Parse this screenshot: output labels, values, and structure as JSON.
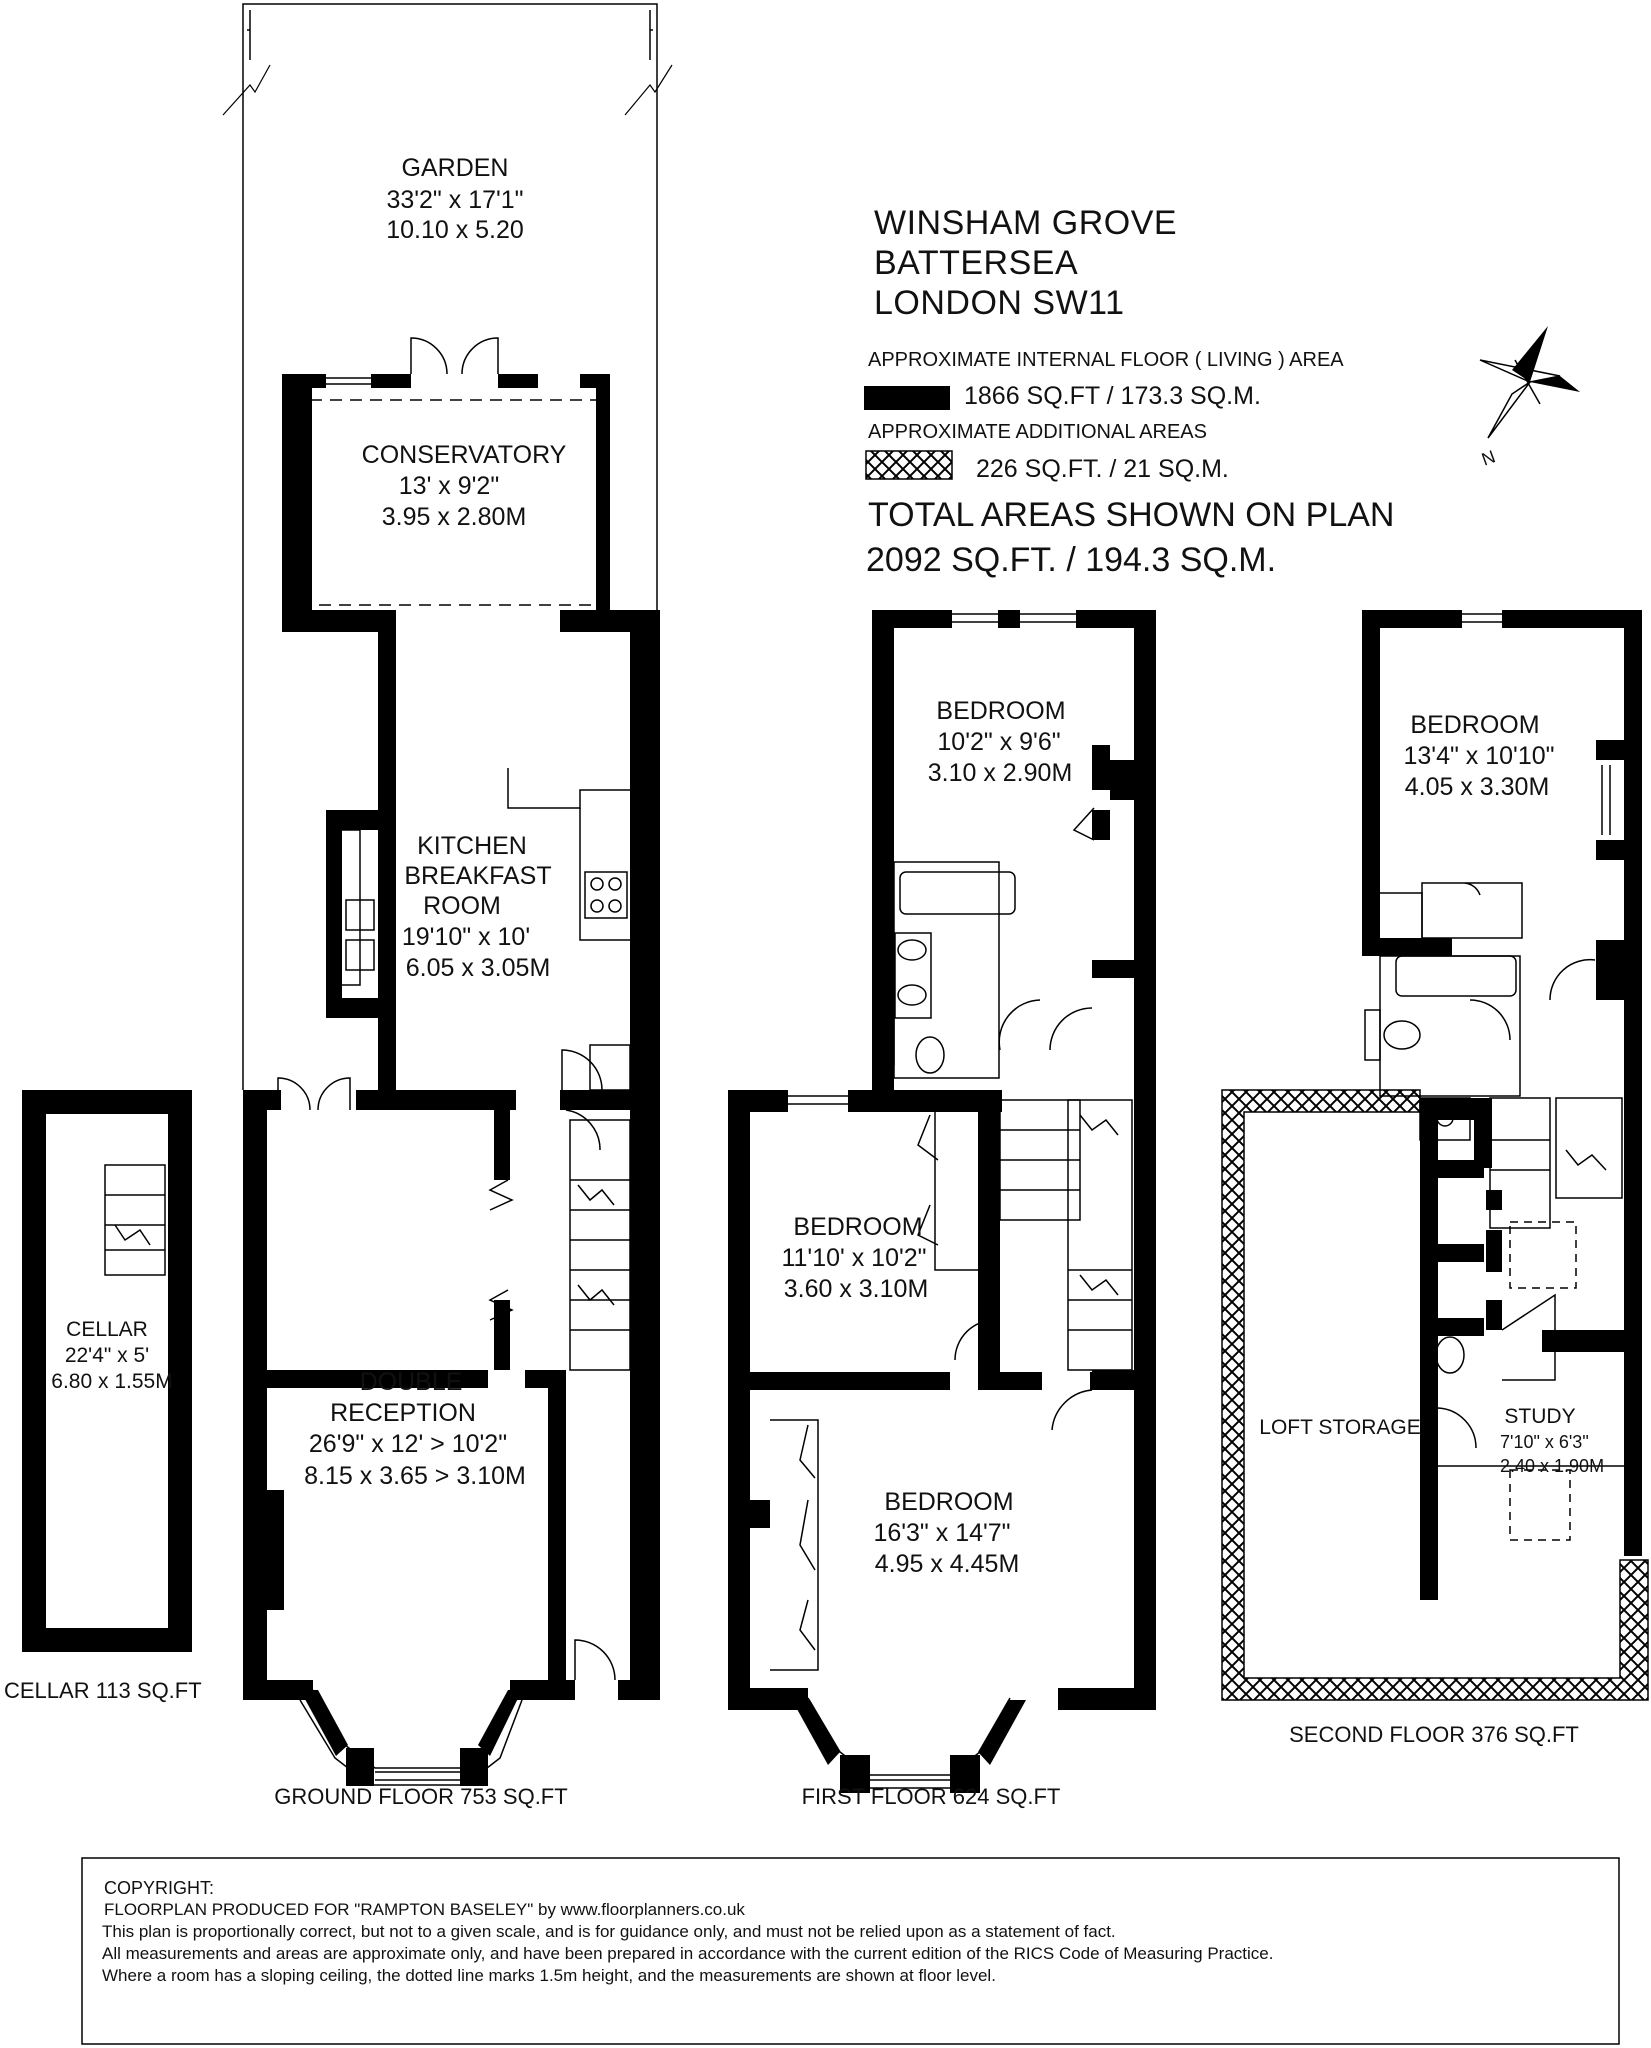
{
  "address": [
    "WINSHAM GROVE",
    "BATTERSEA",
    "LONDON SW11"
  ],
  "areas": {
    "internal_label": "APPROXIMATE INTERNAL FLOOR ( LIVING ) AREA",
    "internal_value": "1866 SQ.FT /  173.3 SQ.M.",
    "additional_label": "APPROXIMATE ADDITIONAL AREAS",
    "additional_value": "226 SQ.FT. /  21 SQ.M.",
    "total_label": "TOTAL AREAS SHOWN ON PLAN",
    "total_value": "2092 SQ.FT. /  194.3 SQ.M."
  },
  "compass": {
    "label": "N"
  },
  "rooms": {
    "garden": {
      "name": "GARDEN",
      "imperial": "33'2\" x 17'1\"",
      "metric": "10.10 x 5.20"
    },
    "conservatory": {
      "name": "CONSERVATORY",
      "imperial": "13' x 9'2\"",
      "metric": "3.95 x 2.80M"
    },
    "kitchen": {
      "name1": "KITCHEN",
      "name2": "BREAKFAST",
      "name3": "ROOM",
      "imperial": "19'10\" x 10'",
      "metric": "6.05 x 3.05M"
    },
    "reception": {
      "name1": "DOUBLE",
      "name2": "RECEPTION",
      "imperial": "26'9\" x 12' > 10'2\"",
      "metric": "8.15 x 3.65 > 3.10M"
    },
    "cellar": {
      "name": "CELLAR",
      "imperial": "22'4\" x 5'",
      "metric": "6.80 x 1.55M"
    },
    "bedroom_ff_rear": {
      "name": "BEDROOM",
      "imperial": "10'2\" x 9'6\"",
      "metric": "3.10 x 2.90M"
    },
    "bedroom_ff_middle": {
      "name": "BEDROOM",
      "imperial": "11'10' x 10'2\"",
      "metric": "3.60 x 3.10M"
    },
    "bedroom_ff_front": {
      "name": "BEDROOM",
      "imperial": "16'3\" x 14'7\"",
      "metric": "4.95 x 4.45M"
    },
    "bedroom_sf": {
      "name": "BEDROOM",
      "imperial": "13'4\" x 10'10\"",
      "metric": "4.05 x 3.30M"
    },
    "loft": {
      "name": "LOFT STORAGE"
    },
    "study": {
      "name": "STUDY",
      "imperial": "7'10\" x 6'3\"",
      "metric": "2.40 x 1.90M"
    }
  },
  "floor_labels": {
    "cellar": "CELLAR 113 SQ.FT",
    "ground": "GROUND FLOOR 753 SQ.FT",
    "first": "FIRST FLOOR 624 SQ.FT",
    "second": "SECOND FLOOR 376 SQ.FT"
  },
  "copyright": {
    "heading": "COPYRIGHT:",
    "line1": "FLOORPLAN PRODUCED FOR \"RAMPTON BASELEY\" by www.floorplanners.co.uk",
    "line2": "This plan is proportionally correct, but not to a given scale, and is for guidance only, and must not be relied upon as a statement of fact.",
    "line3": "All measurements and areas are approximate only, and have been prepared in accordance with the current edition of the RICS Code of Measuring Practice.",
    "line4": "Where a room has a sloping ceiling, the dotted line marks 1.5m height, and the measurements are shown at floor level."
  }
}
